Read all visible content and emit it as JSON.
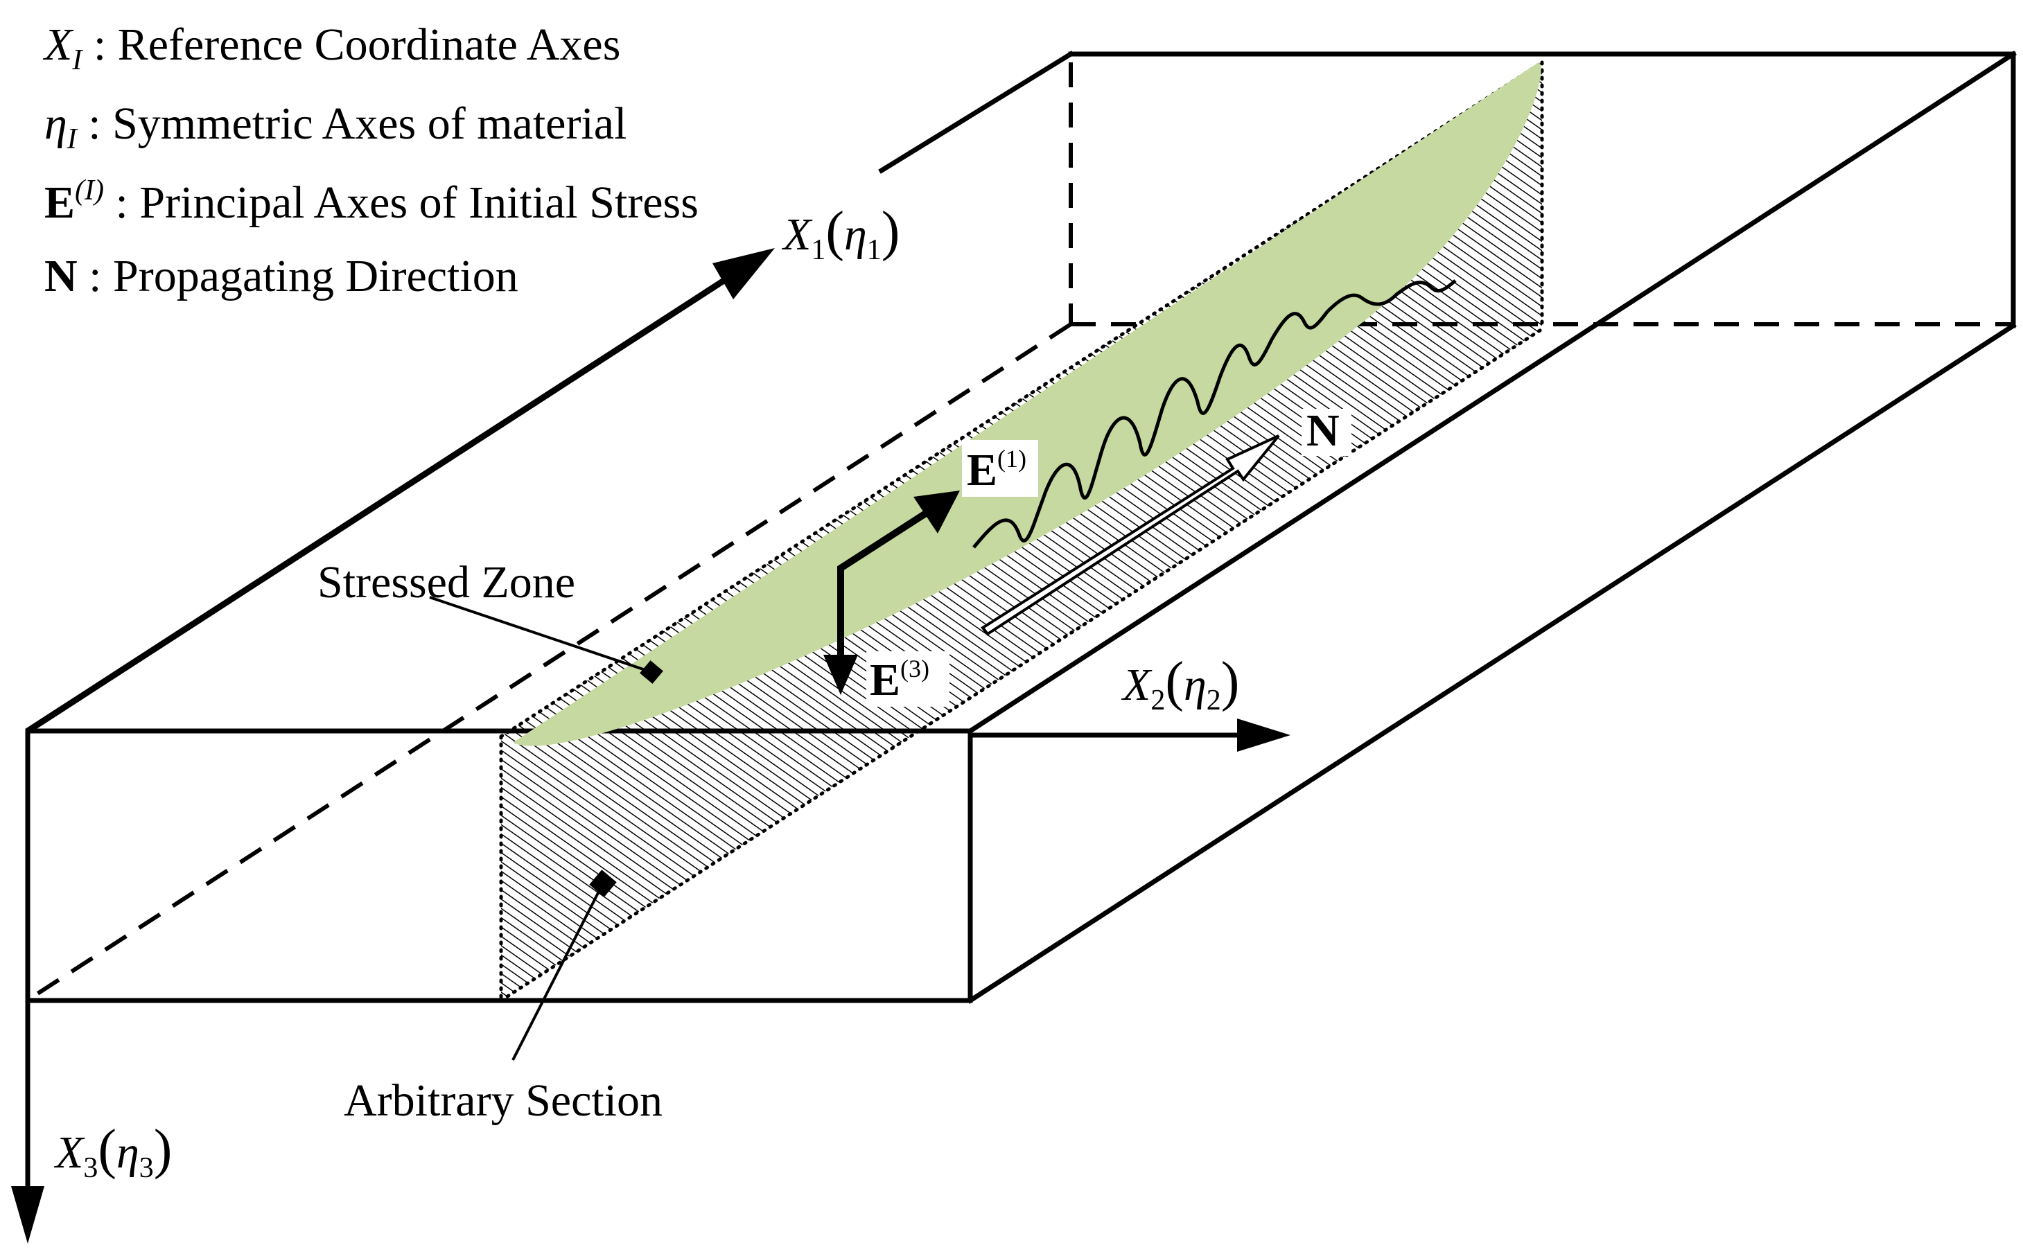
{
  "legend": [
    {
      "symbol": "X",
      "sub": "I",
      "sep": " : ",
      "text": "Reference Coordinate Axes"
    },
    {
      "symbol": "η",
      "sub": "I",
      "sep": " : ",
      "text": "Symmetric Axes of material"
    },
    {
      "symbol": "E",
      "sup": "(I)",
      "sep": " : ",
      "text": "Principal Axes of Initial Stress"
    },
    {
      "symbol": "N",
      "sep": " : ",
      "text": "Propagating Direction"
    }
  ],
  "axes": {
    "x1": {
      "base": "X",
      "idx": "1",
      "eta": "η",
      "eta_idx": "1"
    },
    "x2": {
      "base": "X",
      "idx": "2",
      "eta": "η",
      "eta_idx": "2"
    },
    "x3": {
      "base": "X",
      "idx": "3",
      "eta": "η",
      "eta_idx": "3"
    }
  },
  "vectors": {
    "e1": {
      "base": "E",
      "sup": "(1)"
    },
    "e3": {
      "base": "E",
      "sup": "(3)"
    },
    "n": "N"
  },
  "callouts": {
    "stressed_zone": "Stressed Zone",
    "arbitrary_section": "Arbitrary Section"
  },
  "colors": {
    "stressed_zone_fill": "#c6d9a0",
    "line": "#000000",
    "background": "#ffffff"
  }
}
